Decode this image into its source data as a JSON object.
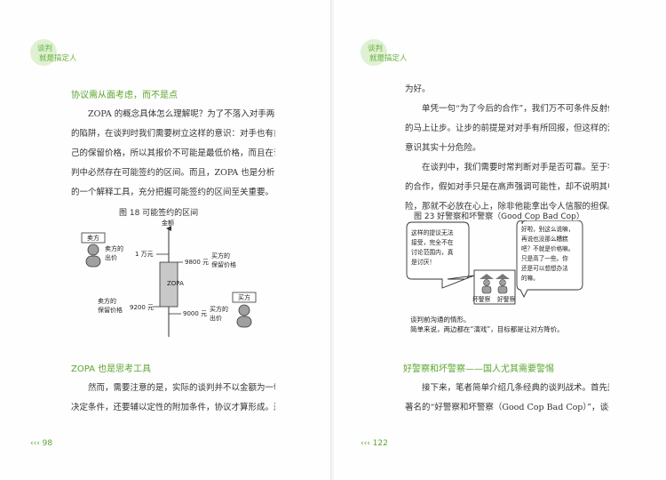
{
  "header": {
    "logo_line1": "谈判",
    "logo_line2": "就是搞定人"
  },
  "left": {
    "heading1": "协议需从面考虑，而不是点",
    "para1": [
      "ZOPA 的概念具体怎么理解呢？为了不落入对手两分法",
      "的陷阱，在谈判时我们需要树立这样的意识：对手也有自",
      "己的保留价格，所以其报价不可能是最低价格，而且在谈",
      "判中必然存在可能签约的区间。而且，ZOPA 也是分析谈判",
      "的一个解释工具，充分把握可能签约的区间至关重要。"
    ],
    "figure": {
      "title": "图 18   可能签约的区间",
      "axis_label": "金额",
      "seller_box": "卖方",
      "seller_offer": [
        "卖方的",
        "出价"
      ],
      "buyer_box": "买方",
      "buyer_offer": [
        "买方的",
        "出价"
      ],
      "seller_reserve": [
        "卖方的",
        "保留价格"
      ],
      "buyer_reserve": [
        "买方的",
        "保留价格"
      ],
      "price_10000": "1 万元",
      "price_9800": "9800 元",
      "price_9200": "9200 元",
      "price_9000": "9000 元",
      "zopa": "ZOPA"
    },
    "heading2": "ZOPA 也是思考工具",
    "para2": [
      "然而，需要注意的是，实际的谈判并不以金额为一切",
      "决定条件，还要辅以定性的附加条件，协议才算形成。这"
    ],
    "page_number": "98"
  },
  "right": {
    "para1": [
      "为好。",
      "单凭一句“为了今后的合作”，我们万不可条件反射似",
      "的马上让步。让步的前提是对对手有所回报，但这样的潜",
      "意识其实十分危险。",
      "在谈判中，我们需要时常判断对手是否可靠。至于将来",
      "的合作，假如对手只是在高声强调可能性，却不说明其中的风",
      "险，那就不必放在心上，除非他能拿出令人信服的担保。"
    ],
    "figure": {
      "title": "图 23   好警察和坏警察（Good Cop Bad Cop）",
      "bubble_left": [
        "这样的提议无法",
        "接受，完全不在",
        "讨论范围内，真",
        "是讨厌！"
      ],
      "bubble_right": [
        "好啦，别这么说嘛，",
        "再说也没那么糟糕",
        "吧？不就是价格嘛。",
        "只是高了一些。你",
        "还是可以想想办法",
        "的嘛。"
      ],
      "bad_cop": "坏警察",
      "good_cop": "好警察",
      "caption": [
        "谈判前沟通的情形。",
        "简单来说，两边都在“演戏”，目标都是让对方降价。"
      ]
    },
    "heading": "好警察和坏警察——国人尤其需要警惕",
    "para2": [
      "接下来，笔者简单介绍几条经典的谈判战术。首先是最",
      "著名的“好警察和坏警察（Good Cop Bad Cop）”，谈判中有"
    ],
    "page_number": "122"
  },
  "colors": {
    "accent": "#5aa52d",
    "logo_bg": "#dff1d3",
    "zopa_bar": "#c8c8c8"
  }
}
